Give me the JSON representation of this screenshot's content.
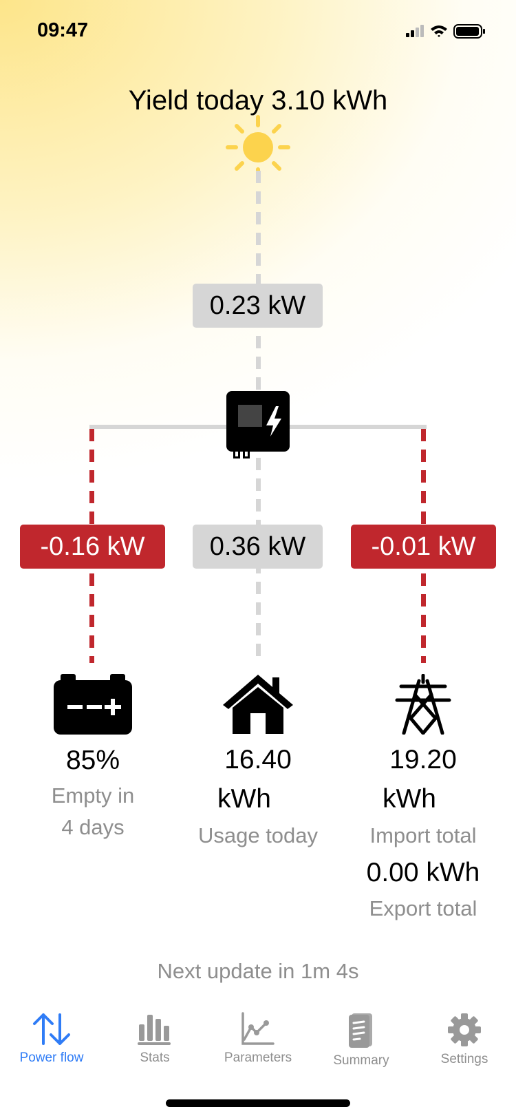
{
  "status_bar": {
    "time": "09:47"
  },
  "header": {
    "title": "Yield today 3.10 kWh"
  },
  "flows": {
    "solar": "0.23 kW",
    "battery": "-0.16 kW",
    "home": "0.36 kW",
    "grid": "-0.01 kW"
  },
  "colors": {
    "negative": "#c0272d",
    "neutral": "#d6d6d6",
    "accent": "#2f7cf6",
    "sun": "#fcd34d"
  },
  "battery": {
    "percent": "85%",
    "line1": "Empty in",
    "line2": "4 days"
  },
  "home": {
    "value": "16.40",
    "unit": "kWh",
    "label": "Usage today"
  },
  "grid": {
    "import_value": "19.20",
    "import_unit": "kWh",
    "import_label": "Import total",
    "export_value": "0.00 kWh",
    "export_label": "Export total"
  },
  "footer": {
    "next_update": "Next update in 1m 4s"
  },
  "tabs": [
    {
      "label": "Power flow",
      "icon": "arrows-up-down-icon",
      "active": true
    },
    {
      "label": "Stats",
      "icon": "bar-chart-icon"
    },
    {
      "label": "Parameters",
      "icon": "line-chart-icon"
    },
    {
      "label": "Summary",
      "icon": "document-icon"
    },
    {
      "label": "Settings",
      "icon": "gear-icon"
    }
  ]
}
